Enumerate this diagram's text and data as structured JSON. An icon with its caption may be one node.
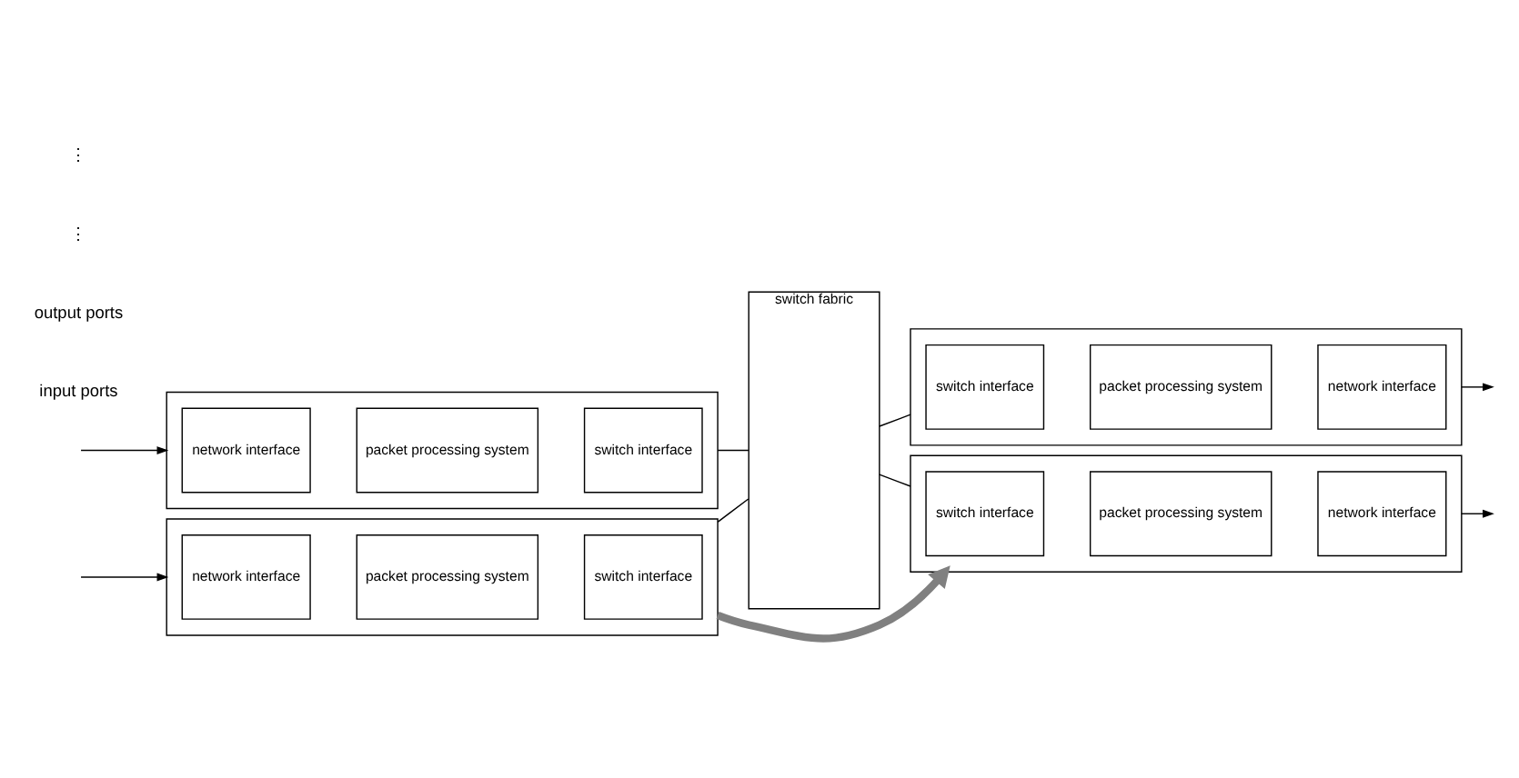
{
  "diagram": {
    "nodes": [
      {
        "text": [],
        "shape": "box"
      },
      {
        "text": [
          "network interface"
        ],
        "in": 0
      },
      {
        "text": [
          "packet processing system"
        ],
        "in": 0
      },
      {
        "text": [
          "switch interface"
        ],
        "in": 0
      },
      {
        "text": [],
        "shape": "box"
      },
      {
        "text": [
          "network interface"
        ],
        "in": 4
      },
      {
        "text": [
          "packet processing system"
        ],
        "in": 4
      },
      {
        "text": [
          "switch interface"
        ],
        "in": 4
      },
      {
        "text": [
          "switch fabric"
        ]
      },
      {
        "text": [],
        "shape": "box"
      },
      {
        "text": [
          "switch interface"
        ],
        "in": 9
      },
      {
        "text": [
          "packet processing system"
        ],
        "in": 9
      },
      {
        "text": [
          "network interface"
        ],
        "in": 9
      },
      {
        "text": [],
        "shape": "box"
      },
      {
        "text": [
          "switch interface"
        ],
        "in": 13
      },
      {
        "text": [
          "packet processing system"
        ],
        "in": 13
      },
      {
        "text": [
          "network interface"
        ],
        "in": 13
      }
    ],
    "edges": [
      {
        "from": null,
        "to": 0,
        "arrow": "to"
      },
      {
        "from": null,
        "to": 4,
        "arrow": "to"
      },
      {
        "from": 0,
        "to": 8,
        "arrow": "none"
      },
      {
        "from": 4,
        "to": 8,
        "arrow": "none"
      },
      {
        "from": 8,
        "to": 9,
        "arrow": "none"
      },
      {
        "from": 8,
        "to": 13,
        "arrow": "none"
      },
      {
        "from": 9,
        "to": null,
        "arrow": "to"
      },
      {
        "from": 13,
        "to": null,
        "arrow": "to"
      },
      {
        "from": 0,
        "to": 13,
        "arrow": "to",
        "style": "thick",
        "color": "#808080"
      }
    ],
    "labels": [
      "input ports",
      "output ports",
      "⋮",
      "⋮"
    ]
  }
}
